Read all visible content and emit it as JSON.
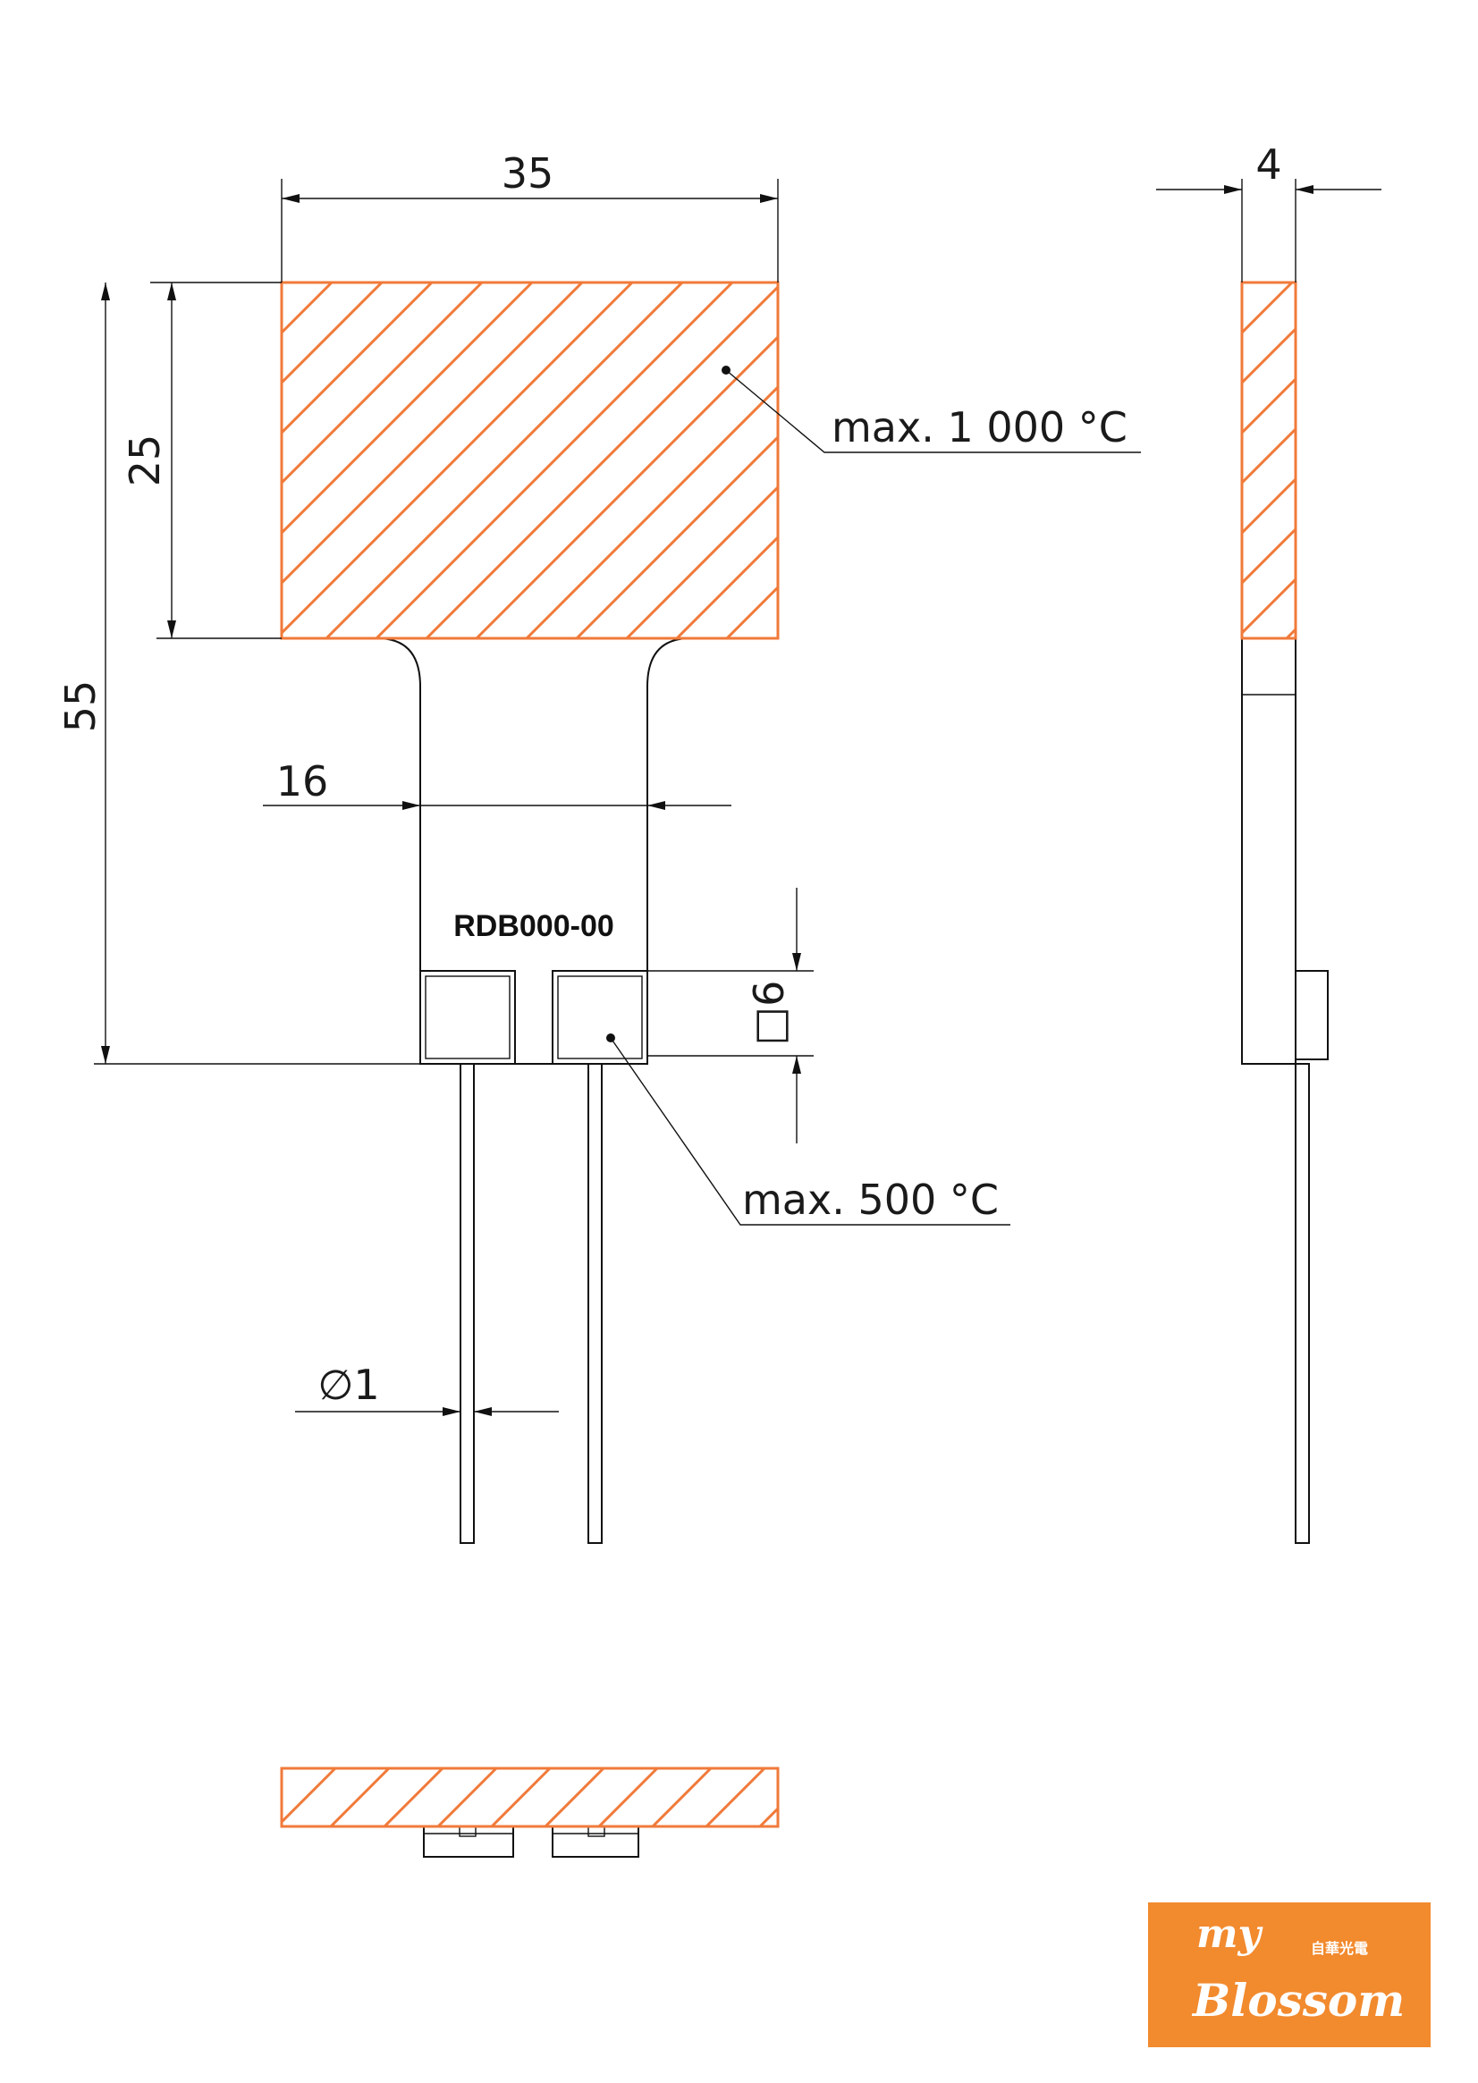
{
  "colors": {
    "hot_zone": "#f07a3a",
    "line": "#111111",
    "logo_bg": "#f28a2e",
    "logo_text": "#ffffff"
  },
  "dimensions": {
    "width_top": "35",
    "thickness_side": "4",
    "height_plate": "25",
    "height_total": "55",
    "neck_width": "16",
    "pad_size": "□6",
    "pin_diameter": "∅1"
  },
  "annotations": {
    "plate_max_temp": "max. 1 000 °C",
    "pad_max_temp": "max. 500 °C"
  },
  "part_number": "RDB000-00",
  "logo": {
    "line1": "my",
    "chinese": "自華光電",
    "line2": "Blossom"
  }
}
